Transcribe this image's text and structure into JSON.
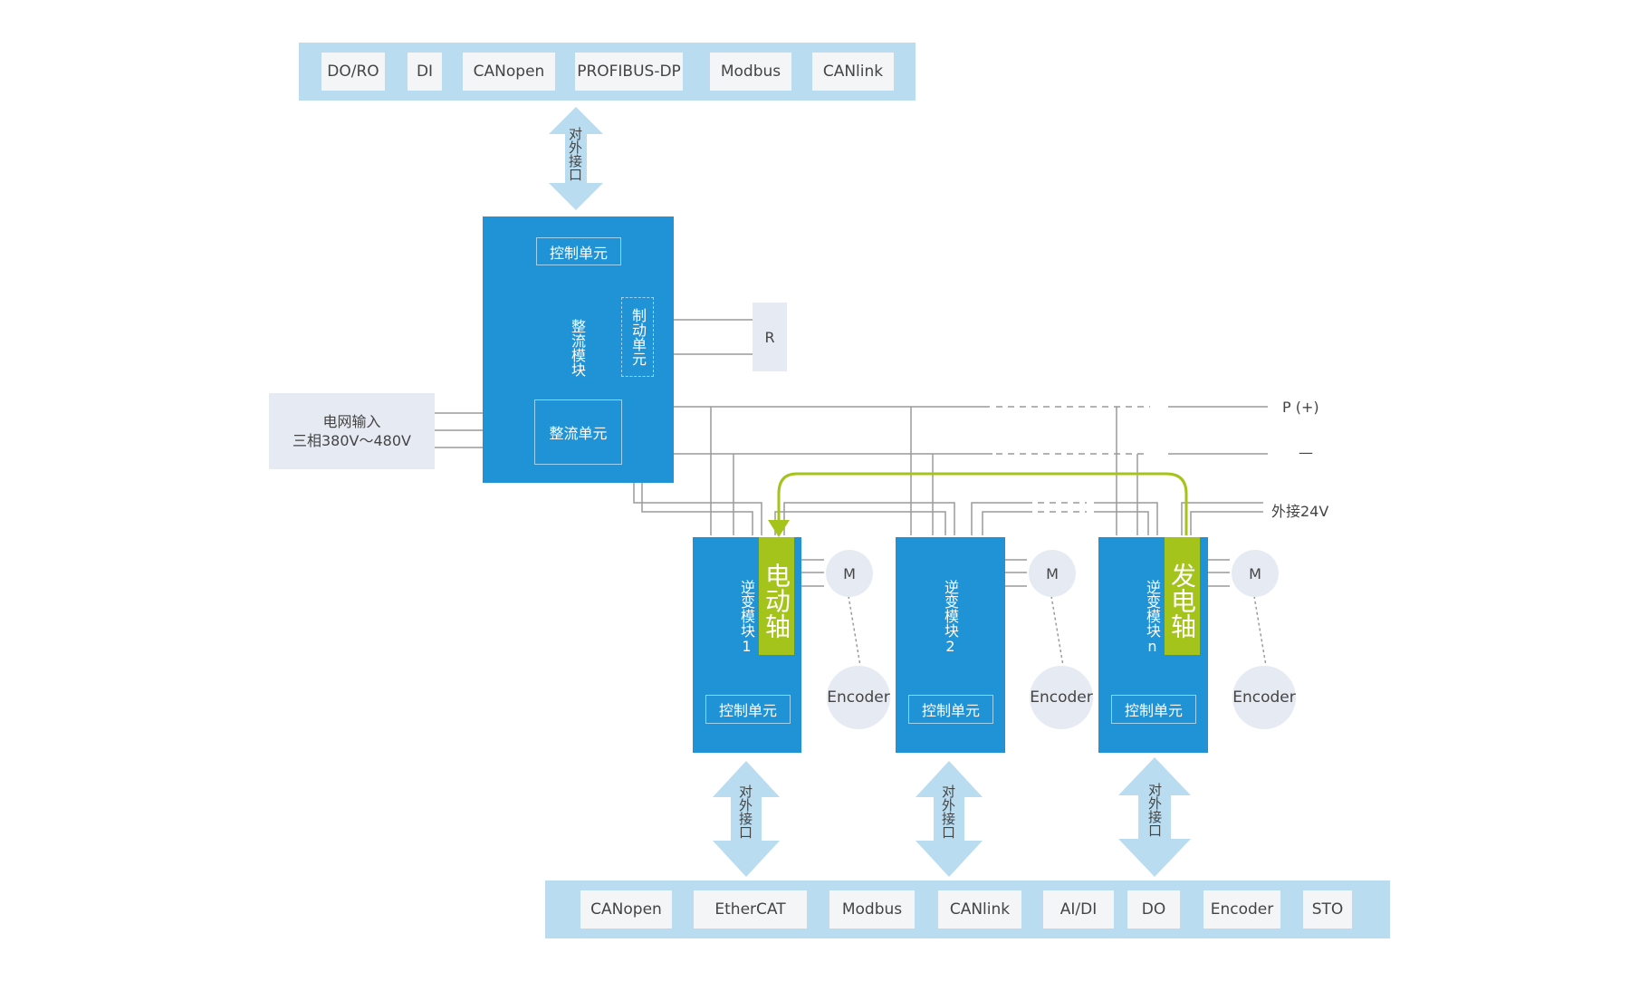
{
  "top_bus": {
    "items": [
      "DO/RO",
      "DI",
      "CANopen",
      "PROFIBUS-DP",
      "Modbus",
      "CANlink"
    ]
  },
  "interface_label": "对外接口",
  "rectifier": {
    "control_unit": "控制单元",
    "module_label": "整流模块",
    "brake_unit": "制动单元",
    "rectifier_unit": "整流单元"
  },
  "resistor_label": "R",
  "grid_input": {
    "line1": "电网输入",
    "line2": "三相380V～480V"
  },
  "bus_labels": {
    "positive": "P (+)",
    "negative": "—",
    "ext24v": "外接24V"
  },
  "inverters": [
    {
      "module_label": "逆变模块1",
      "axis_label": "电动轴",
      "control_unit": "控制单元",
      "motor": "M",
      "encoder": "Encoder"
    },
    {
      "module_label": "逆变模块2",
      "axis_label": "",
      "control_unit": "控制单元",
      "motor": "M",
      "encoder": "Encoder"
    },
    {
      "module_label": "逆变模块n",
      "axis_label": "发电轴",
      "control_unit": "控制单元",
      "motor": "M",
      "encoder": "Encoder"
    }
  ],
  "bottom_bus": {
    "items": [
      "CANopen",
      "EtherCAT",
      "Modbus",
      "CANlink",
      "AI/DI",
      "DO",
      "Encoder",
      "STO"
    ]
  },
  "colors": {
    "module_blue": "#1f93d6",
    "axis_green": "#a4c31b",
    "bus_bar": "#b9dcf0",
    "wire": "#9a9a9a"
  }
}
